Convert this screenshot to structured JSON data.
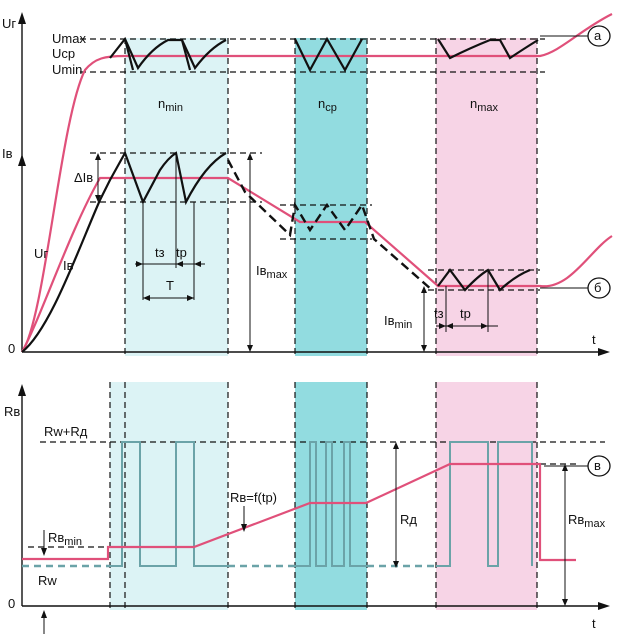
{
  "colors": {
    "band_min": "#d6f1f3",
    "band_mid": "#7fd6da",
    "band_max": "#f6cde2",
    "pink_curve": "#e0507a",
    "square_wave": "#6ba3a8"
  },
  "top_panel": {
    "y_label_top": "Uг",
    "u_max": "Umax",
    "u_cp": "Uср",
    "u_min": "Umin",
    "y_label_current": "Iв",
    "delta_i": "ΔIв",
    "curve_u": "Uг",
    "curve_i": "Iв",
    "n_min": "n",
    "n_min_sub": "min",
    "n_cp": "n",
    "n_cp_sub": "ср",
    "n_max": "n",
    "n_max_sub": "max",
    "t3_a": "tз",
    "tp_a": "tр",
    "period": "T",
    "i_max": "Iв",
    "i_max_sub": "max",
    "i_min": "Iв",
    "i_min_sub": "min",
    "t3_b": "tз",
    "tp_b": "tр",
    "origin": "0",
    "t_axis": "t",
    "marker_a": "а",
    "marker_b": "б"
  },
  "bottom_panel": {
    "y_label": "Rв",
    "rw_rd": "Rw+Rд",
    "rv_min": "Rв",
    "rv_min_sub": "min",
    "rw": "Rw",
    "rv_func": "Rв=f(tр)",
    "rd": "Rд",
    "rv_max": "Rв",
    "rv_max_sub": "max",
    "origin": "0",
    "t_axis": "t",
    "marker_c": "в"
  }
}
